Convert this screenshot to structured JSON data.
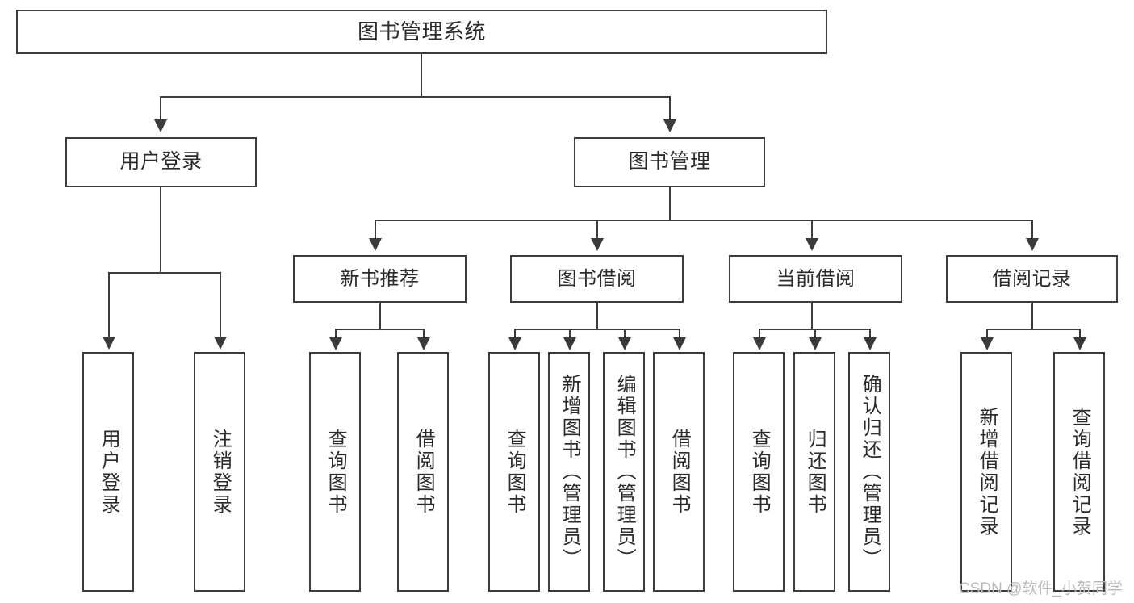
{
  "diagram": {
    "title": "图书管理系统",
    "type": "功能结构图",
    "root": {
      "label": "图书管理系统"
    },
    "level2": [
      {
        "label": "用户登录"
      },
      {
        "label": "图书管理"
      }
    ],
    "level3": [
      {
        "label": "新书推荐"
      },
      {
        "label": "图书借阅"
      },
      {
        "label": "当前借阅"
      },
      {
        "label": "借阅记录"
      }
    ],
    "leaves": {
      "user_login": [
        {
          "label": "用户登录"
        },
        {
          "label": "注销登录"
        }
      ],
      "new_book_recommend": [
        {
          "label": "查询图书"
        },
        {
          "label": "借阅图书"
        }
      ],
      "book_borrow": [
        {
          "label": "查询图书"
        },
        {
          "label": "新增图书（管理员）"
        },
        {
          "label": "编辑图书（管理员）"
        },
        {
          "label": "借阅图书"
        }
      ],
      "current_borrow": [
        {
          "label": "查询图书"
        },
        {
          "label": "归还图书"
        },
        {
          "label": "确认归还（管理员）"
        }
      ],
      "borrow_record": [
        {
          "label": "新增借阅记录"
        },
        {
          "label": "查询借阅记录"
        }
      ]
    }
  },
  "watermark": {
    "text": "CSDN @软件_小贺同学"
  },
  "colors": {
    "stroke": "#3b3b3b",
    "text": "#2b2b2b",
    "background": "#ffffff",
    "watermark": "#b9b9b9"
  }
}
